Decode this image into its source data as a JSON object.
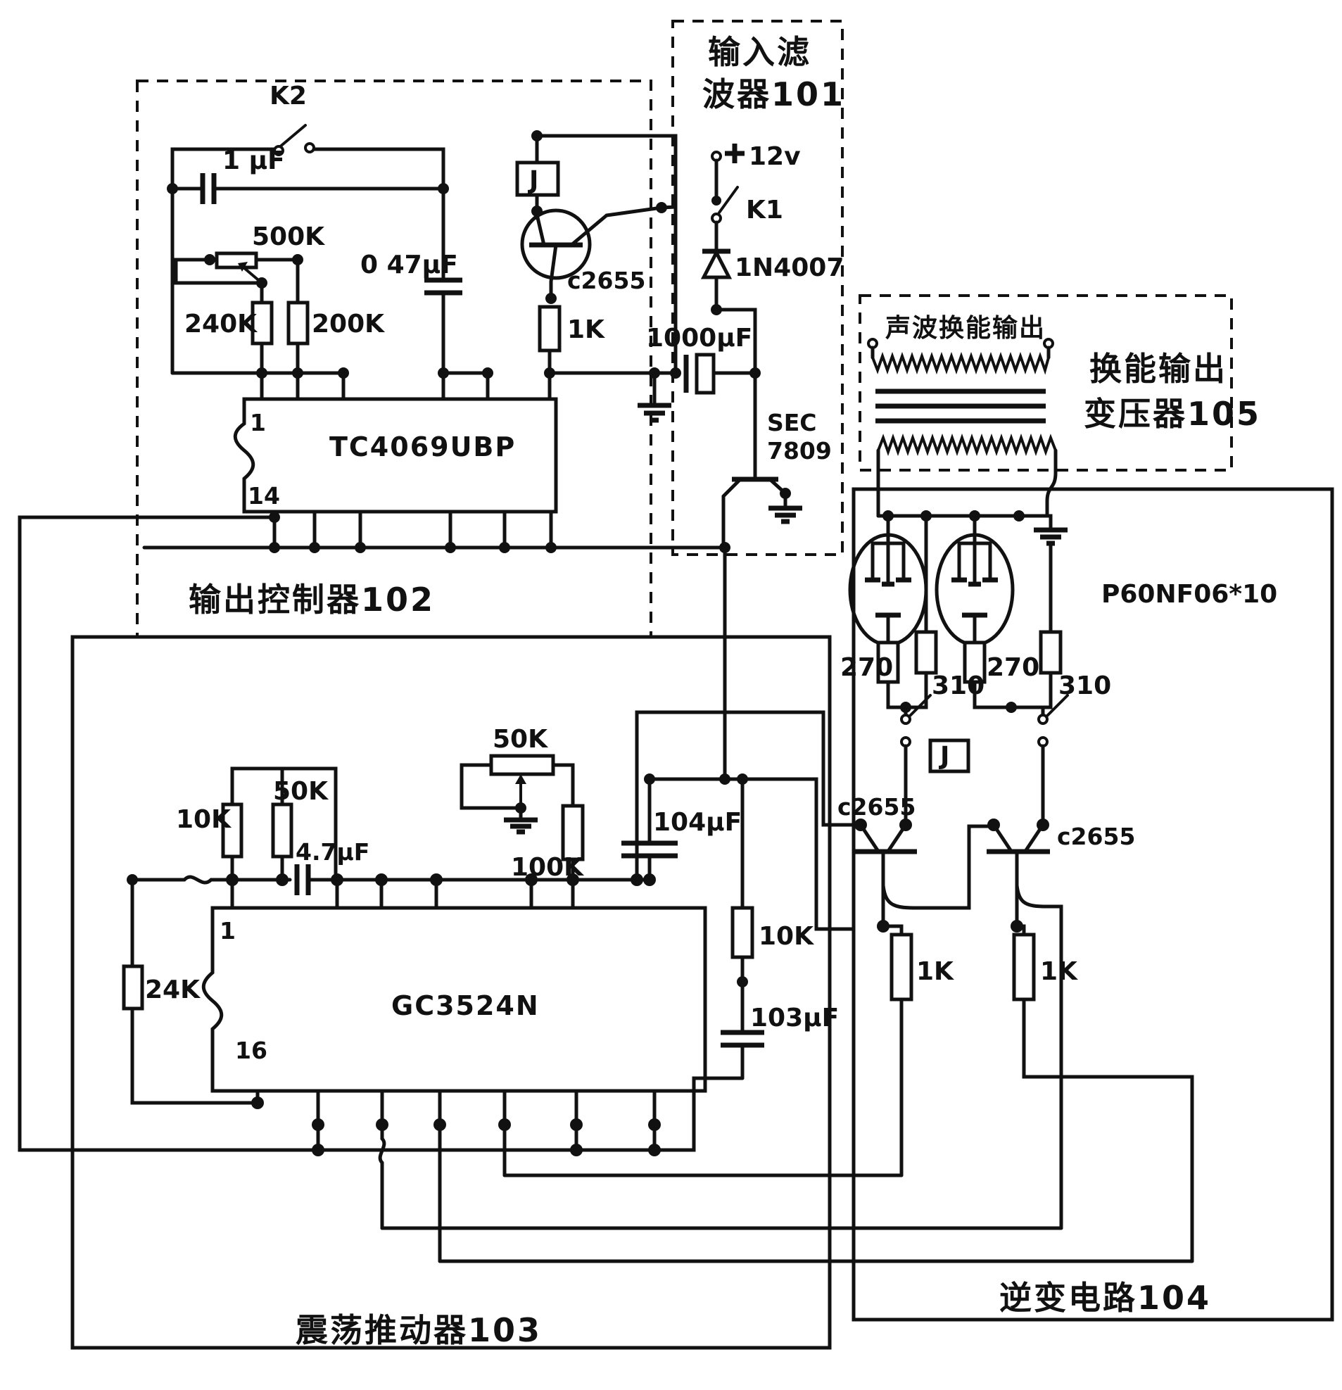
{
  "blocks": {
    "input_filter_line1": "输入滤",
    "input_filter_line2": "波器101",
    "output_controller": "输出控制器102",
    "oscillator_driver": "震荡推动器103",
    "inverter": "逆变电路104",
    "transducer_output": "声波换能输出",
    "transformer_line1": "换能输出",
    "transformer_line2": "变压器105"
  },
  "labels": {
    "k2": "K2",
    "k1": "K1",
    "c_1uf": "1 μF",
    "pot_500k": "500K",
    "r_240k": "240K",
    "r_200k": "200K",
    "c_047uf": "0 47μF",
    "relay1": "J",
    "relay2": "J",
    "q1": "c2655",
    "q2": "c2655",
    "q3": "c2655",
    "r_1k_top": "1K",
    "r_1k_left": "1K",
    "r_1k_right": "1K",
    "vcc": "12v",
    "diode": "1N4007",
    "c_1000uf": "1000μF",
    "reg_line1": "SEC",
    "reg_line2": "7809",
    "ic1": "TC4069UBP",
    "ic1_pin1": "1",
    "ic1_pin14": "14",
    "ic2": "GC3524N",
    "ic2_pin1": "1",
    "ic2_pin16": "16",
    "mosfets": "P60NF06*10",
    "r_270_left": "270",
    "r_270_right": "270",
    "r_310_left": "310",
    "r_310_right": "310",
    "r_10k_a": "10K",
    "r_50k_a": "50K",
    "c_47uf": "4.7μF",
    "pot_50k": "50K",
    "r_100k": "100K",
    "c_104": "104μF",
    "r_10k_b": "10K",
    "c_103": "103μF",
    "r_24k": "24K"
  }
}
